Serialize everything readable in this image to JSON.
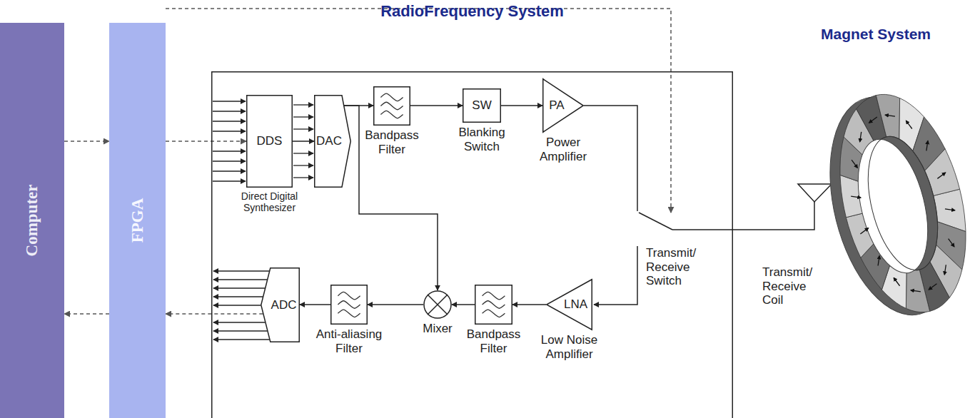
{
  "diagram": {
    "nodes": [
      {
        "text": [
          "Computer"
        ]
      },
      {
        "text": [
          "FPGA"
        ]
      },
      {
        "text": [
          "RadioFrequency System"
        ]
      },
      {
        "text": [
          "DDS",
          "Direct Digital Synthesizer"
        ],
        "in": 2
      },
      {
        "text": [
          "DAC"
        ],
        "in": 2
      },
      {
        "text": [
          "Bandpass Filter"
        ],
        "in": 2
      },
      {
        "text": [
          "SW",
          "Blanking Switch"
        ],
        "in": 2
      },
      {
        "text": [
          "PA",
          "Power Amplifier"
        ],
        "in": 2
      },
      {
        "text": [
          "ADC"
        ],
        "in": 2
      },
      {
        "text": [
          "Anti-aliasing Filter"
        ],
        "in": 2
      },
      {
        "text": [
          "Mixer"
        ],
        "in": 2
      },
      {
        "text": [
          "Bandpass Filter"
        ],
        "in": 2
      },
      {
        "text": [
          "LNA",
          "Low Noise Amplifier"
        ],
        "in": 2
      }
    ],
    "edges": [
      {
        "from": 0,
        "to": 1,
        "arrow": "to"
      },
      {
        "from": 1,
        "to": 0,
        "arrow": "to"
      },
      {
        "from": 1,
        "to": 3,
        "arrow": "to"
      },
      {
        "from": 3,
        "to": 4,
        "arrow": "to"
      },
      {
        "from": 4,
        "to": 5,
        "arrow": "to"
      },
      {
        "from": 5,
        "to": 6,
        "arrow": "to"
      },
      {
        "from": 6,
        "to": 7,
        "arrow": "to"
      },
      {
        "from": 4,
        "to": 10,
        "arrow": "to"
      },
      {
        "from": 12,
        "to": 11,
        "arrow": "to"
      },
      {
        "from": 11,
        "to": 10,
        "arrow": "to"
      },
      {
        "from": 10,
        "to": 9,
        "arrow": "to"
      },
      {
        "from": 9,
        "to": 8,
        "arrow": "to"
      },
      {
        "from": 8,
        "to": 1,
        "arrow": "to"
      }
    ],
    "labels": [
      "Transmit/ Receive Switch",
      "Transmit/ Receive Coil",
      "Magnet System"
    ]
  }
}
